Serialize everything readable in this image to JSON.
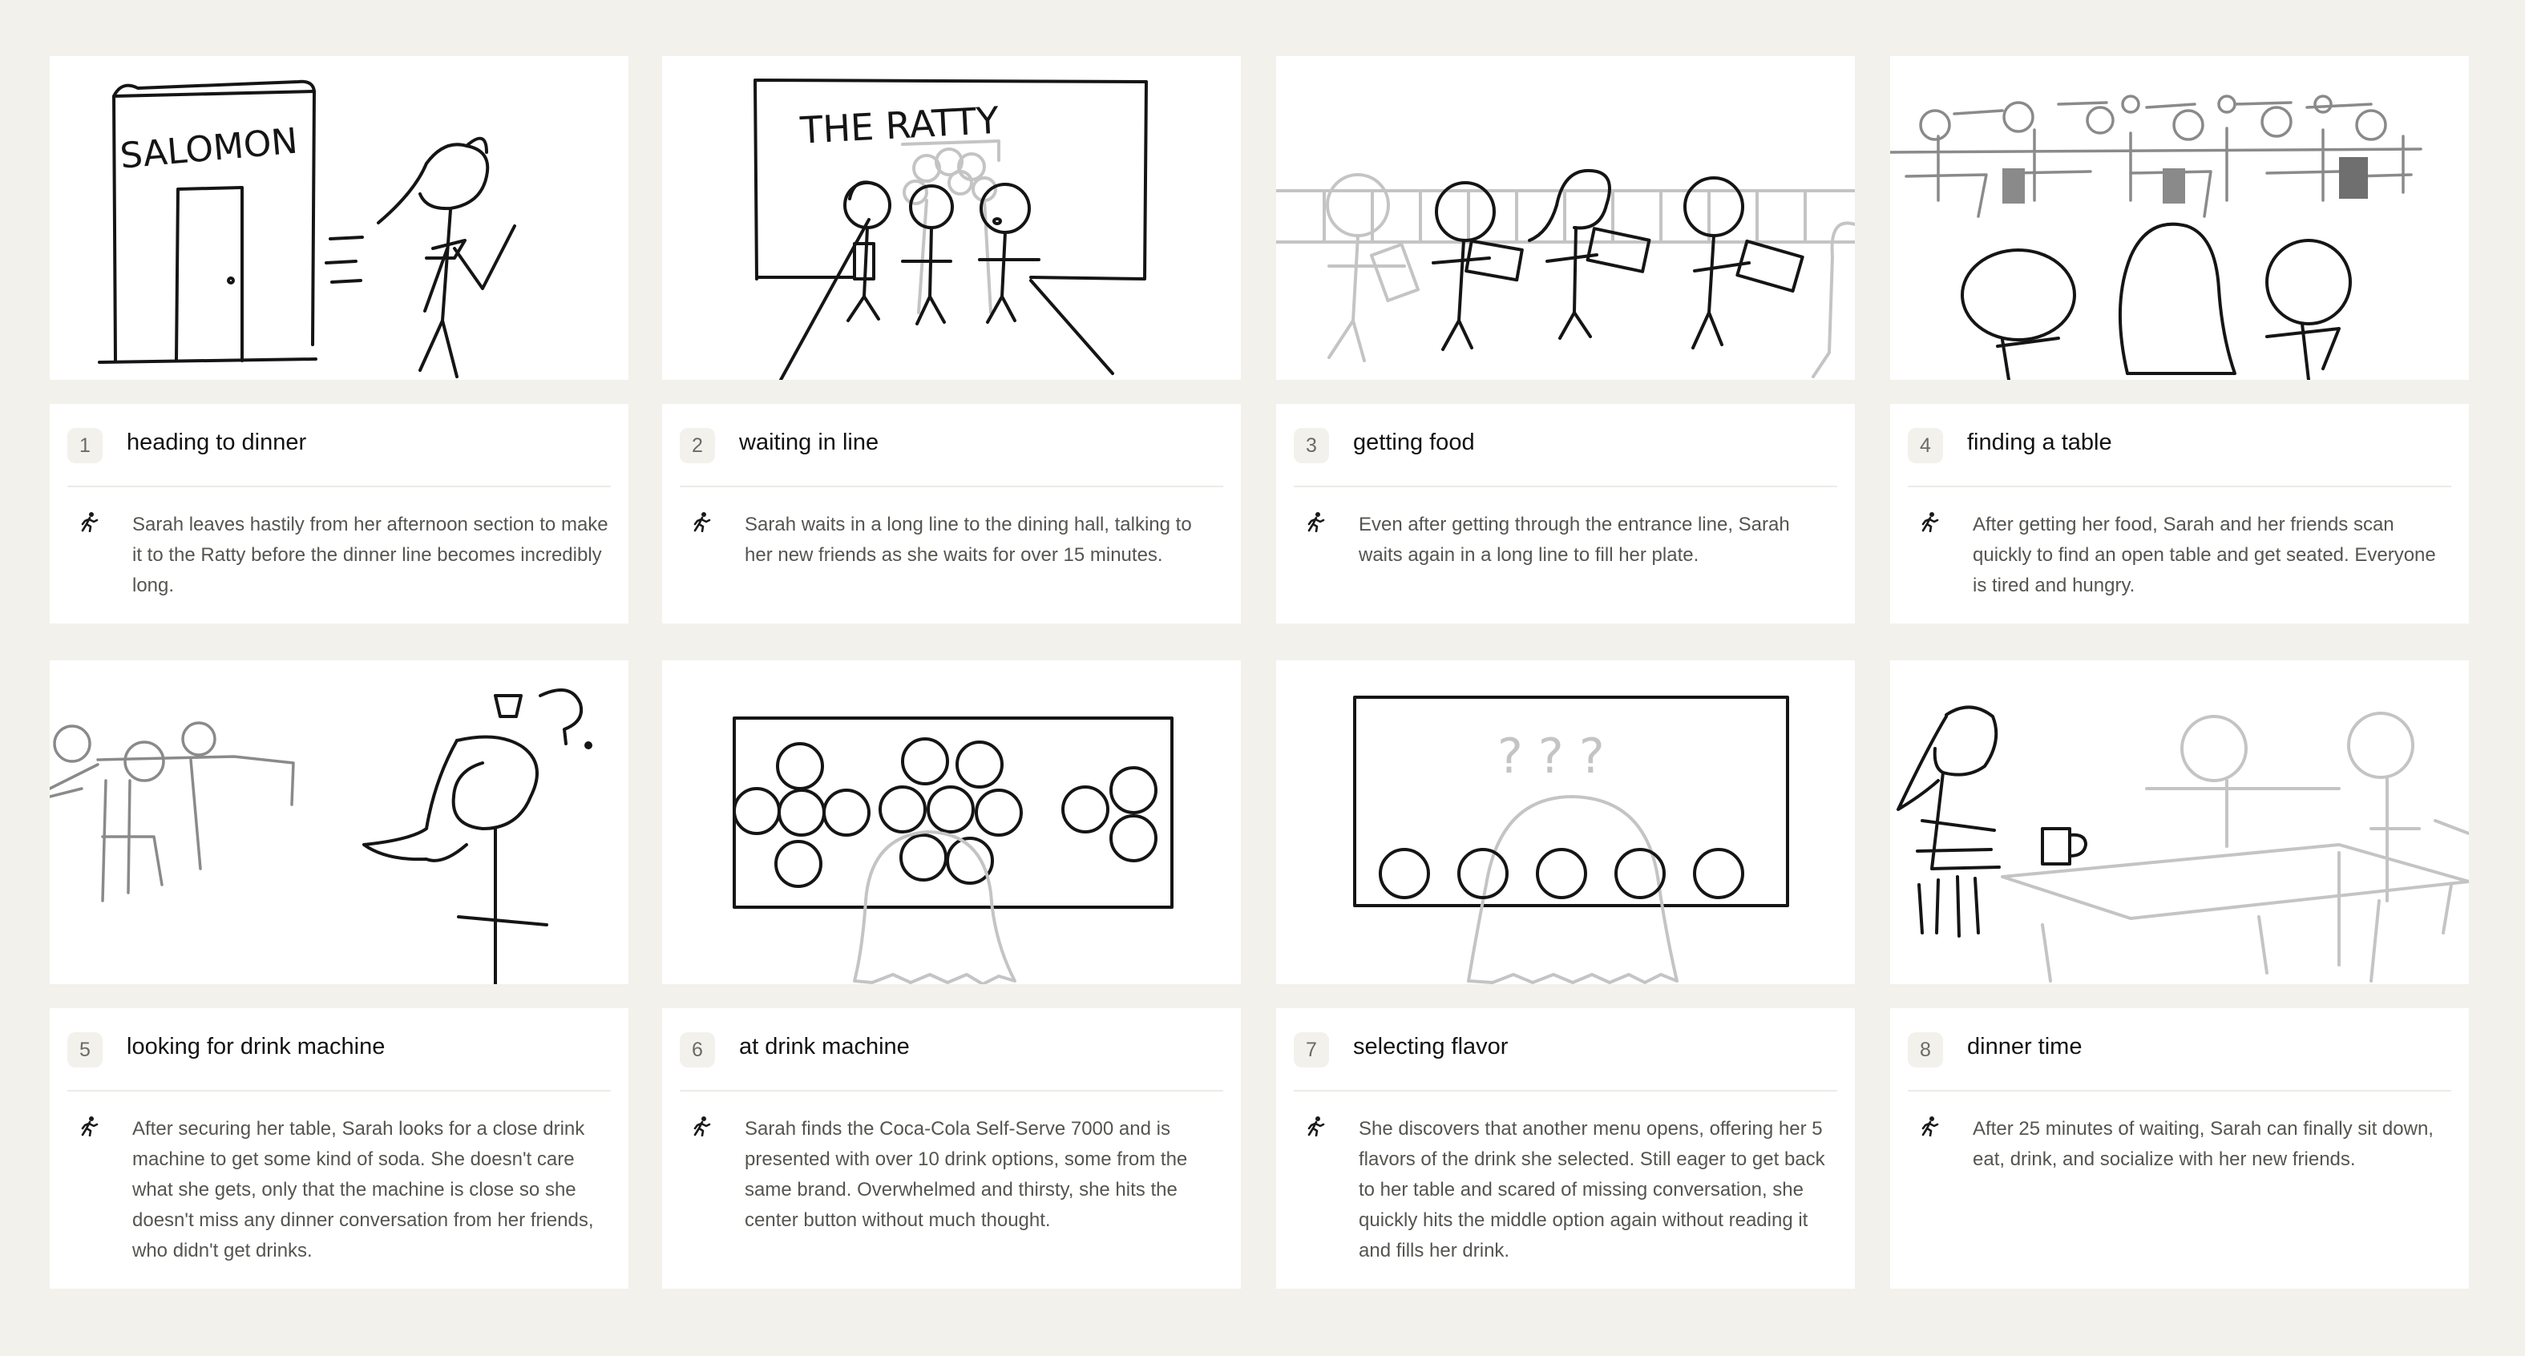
{
  "frames": [
    {
      "number": "1",
      "title": "heading to dinner",
      "description": "Sarah leaves hastily from her afternoon section to make it to the Ratty before the dinner line becomes incredibly long.",
      "sign": "SALOMON",
      "icon": "running-person-icon"
    },
    {
      "number": "2",
      "title": "waiting in line",
      "description": "Sarah waits in a long line to the dining hall, talking to her new friends as she waits for over 15 minutes.",
      "sign": "THE RATTY",
      "icon": "running-person-icon"
    },
    {
      "number": "3",
      "title": "getting food",
      "description": "Even after getting through the entrance line, Sarah waits again in a long line to fill her plate.",
      "icon": "running-person-icon"
    },
    {
      "number": "4",
      "title": "finding a table",
      "description": "After getting her food, Sarah and her friends scan quickly to find an open table and get seated. Everyone is tired and hungry.",
      "icon": "running-person-icon"
    },
    {
      "number": "5",
      "title": "looking for drink machine",
      "description": "After securing her table, Sarah looks for a close drink machine to get some kind of soda. She doesn't care what she gets, only that the machine is close so she doesn't miss any dinner conversation from her friends, who didn't get drinks.",
      "icon": "running-person-icon"
    },
    {
      "number": "6",
      "title": "at drink machine",
      "description": "Sarah finds the Coca-Cola Self-Serve 7000 and is presented with over 10 drink options, some from the same brand. Overwhelmed and thirsty, she hits the center button without much thought.",
      "icon": "running-person-icon"
    },
    {
      "number": "7",
      "title": "selecting flavor",
      "description": "She discovers that another menu opens, offering her 5 flavors of the drink she selected. Still eager to get back to her table and scared of missing conversation, she quickly hits the middle option again without reading it and fills her drink.",
      "icon": "running-person-icon"
    },
    {
      "number": "8",
      "title": "dinner time",
      "description": "After 25 minutes of waiting, Sarah can finally sit down, eat, drink, and socialize with her new friends.",
      "icon": "running-person-icon"
    }
  ]
}
